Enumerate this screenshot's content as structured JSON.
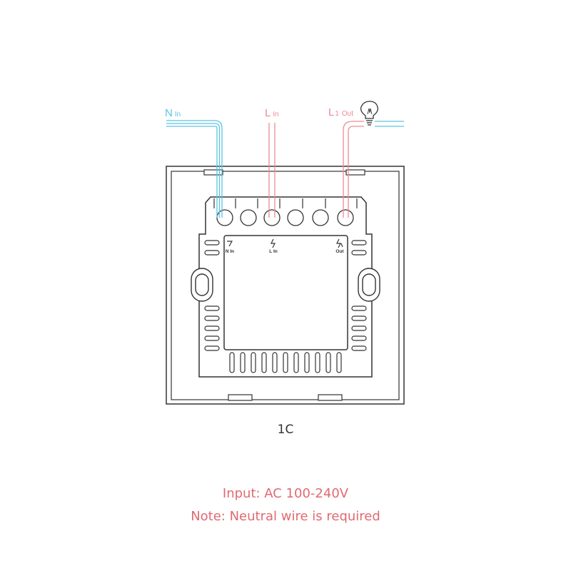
{
  "labels": {
    "n_in_top": {
      "main": "N",
      "sub": "In"
    },
    "l_in_top": {
      "main": "L",
      "sub": "In"
    },
    "l1_out_top": {
      "main": "L",
      "num": "1",
      "sub": "Out"
    },
    "n_in_terminal": "N In",
    "l_in_terminal": "L In",
    "out_terminal": "Out"
  },
  "caption": "1C",
  "input_note": "Input: AC 100-240V",
  "neutral_note": "Note: Neutral wire is required",
  "colors": {
    "neutral": "#5bc4e2",
    "live": "#ee8a94",
    "outline": "#333333",
    "note": "#e06a72"
  }
}
